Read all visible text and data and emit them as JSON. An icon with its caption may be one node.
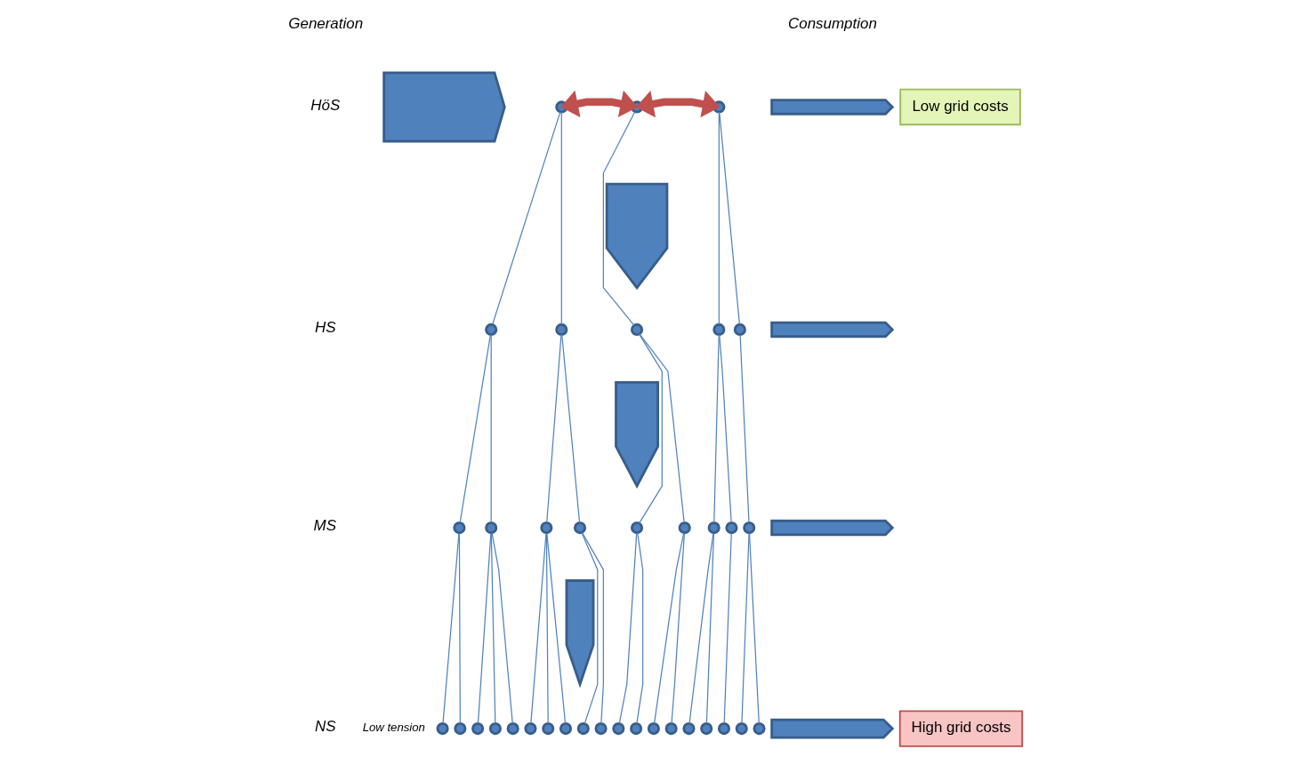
{
  "diagram": {
    "nodes": [
      {
        "text": [],
        "shape": "arrow"
      },
      {
        "text": [],
        "shape": "circle"
      },
      {
        "text": [],
        "shape": "circle"
      },
      {
        "text": [],
        "shape": "circle"
      },
      {
        "text": [],
        "shape": "arrow"
      },
      {
        "text": [],
        "shape": "arrow"
      },
      {
        "text": [
          "Low grid costs"
        ]
      },
      {
        "text": [],
        "shape": "circle"
      },
      {
        "text": [],
        "shape": "circle"
      },
      {
        "text": [],
        "shape": "circle"
      },
      {
        "text": [],
        "shape": "circle"
      },
      {
        "text": [],
        "shape": "circle"
      },
      {
        "text": [],
        "shape": "arrow"
      },
      {
        "text": [],
        "shape": "arrow"
      },
      {
        "text": [],
        "shape": "circle"
      },
      {
        "text": [],
        "shape": "circle"
      },
      {
        "text": [],
        "shape": "circle"
      },
      {
        "text": [],
        "shape": "circle"
      },
      {
        "text": [],
        "shape": "circle"
      },
      {
        "text": [],
        "shape": "circle"
      },
      {
        "text": [],
        "shape": "circle"
      },
      {
        "text": [],
        "shape": "circle"
      },
      {
        "text": [],
        "shape": "circle"
      },
      {
        "text": [],
        "shape": "arrow"
      },
      {
        "text": [],
        "shape": "arrow"
      },
      {
        "text": [],
        "shape": "circle"
      },
      {
        "text": [],
        "shape": "circle"
      },
      {
        "text": [],
        "shape": "circle"
      },
      {
        "text": [],
        "shape": "circle"
      },
      {
        "text": [],
        "shape": "circle"
      },
      {
        "text": [],
        "shape": "circle"
      },
      {
        "text": [],
        "shape": "circle"
      },
      {
        "text": [],
        "shape": "circle"
      },
      {
        "text": [],
        "shape": "circle"
      },
      {
        "text": [],
        "shape": "circle"
      },
      {
        "text": [],
        "shape": "circle"
      },
      {
        "text": [],
        "shape": "circle"
      },
      {
        "text": [],
        "shape": "circle"
      },
      {
        "text": [],
        "shape": "circle"
      },
      {
        "text": [],
        "shape": "circle"
      },
      {
        "text": [],
        "shape": "circle"
      },
      {
        "text": [],
        "shape": "circle"
      },
      {
        "text": [],
        "shape": "circle"
      },
      {
        "text": [],
        "shape": "circle"
      },
      {
        "text": [],
        "shape": "arrow"
      },
      {
        "text": [
          "High grid costs"
        ]
      }
    ],
    "edges": [
      {
        "from": 1,
        "to": 2,
        "arrow": "both",
        "style": "thick",
        "color": "#c0504d"
      },
      {
        "from": 2,
        "to": 3,
        "arrow": "both",
        "style": "thick",
        "color": "#c0504d"
      },
      {
        "from": 1,
        "to": 7,
        "arrow": "none"
      },
      {
        "from": 1,
        "to": 8,
        "arrow": "none"
      },
      {
        "from": 2,
        "to": 9,
        "arrow": "none"
      },
      {
        "from": 3,
        "to": 10,
        "arrow": "none"
      },
      {
        "from": 3,
        "to": 11,
        "arrow": "none"
      },
      {
        "from": 7,
        "to": 14,
        "arrow": "none"
      },
      {
        "from": 7,
        "to": 15,
        "arrow": "none"
      },
      {
        "from": 8,
        "to": 16,
        "arrow": "none"
      },
      {
        "from": 8,
        "to": 17,
        "arrow": "none"
      },
      {
        "from": 9,
        "to": 18,
        "arrow": "none"
      },
      {
        "from": 9,
        "to": 19,
        "arrow": "none"
      },
      {
        "from": 10,
        "to": 20,
        "arrow": "none"
      },
      {
        "from": 10,
        "to": 21,
        "arrow": "none"
      },
      {
        "from": 11,
        "to": 22,
        "arrow": "none"
      },
      {
        "from": 14,
        "to": 25,
        "arrow": "none"
      },
      {
        "from": 14,
        "to": 26,
        "arrow": "none"
      },
      {
        "from": 15,
        "to": 27,
        "arrow": "none"
      },
      {
        "from": 15,
        "to": 28,
        "arrow": "none"
      },
      {
        "from": 15,
        "to": 29,
        "arrow": "none"
      },
      {
        "from": 16,
        "to": 30,
        "arrow": "none"
      },
      {
        "from": 16,
        "to": 31,
        "arrow": "none"
      },
      {
        "from": 16,
        "to": 32,
        "arrow": "none"
      },
      {
        "from": 17,
        "to": 33,
        "arrow": "none"
      },
      {
        "from": 17,
        "to": 34,
        "arrow": "none"
      },
      {
        "from": 18,
        "to": 35,
        "arrow": "none"
      },
      {
        "from": 18,
        "to": 36,
        "arrow": "none"
      },
      {
        "from": 19,
        "to": 37,
        "arrow": "none"
      },
      {
        "from": 19,
        "to": 38,
        "arrow": "none"
      },
      {
        "from": 20,
        "to": 39,
        "arrow": "none"
      },
      {
        "from": 20,
        "to": 40,
        "arrow": "none"
      },
      {
        "from": 21,
        "to": 41,
        "arrow": "none"
      },
      {
        "from": 22,
        "to": 42,
        "arrow": "none"
      },
      {
        "from": 22,
        "to": 43,
        "arrow": "none"
      }
    ],
    "labels": [
      "Generation",
      "Consumption",
      "HöS",
      "HS",
      "MS",
      "NS",
      "Low tension"
    ]
  }
}
